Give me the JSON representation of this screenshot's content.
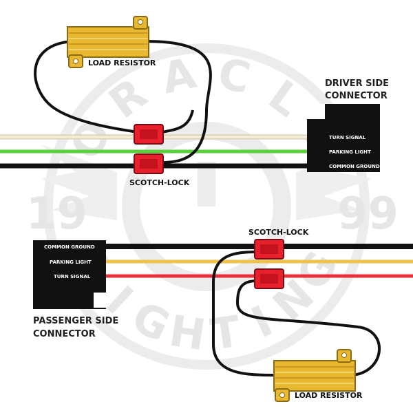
{
  "watermark": {
    "top_arc_text": "ORACLE",
    "bottom_arc_text": "LIGHTING",
    "year_left": "19",
    "year_right": "99",
    "color": "#e6e6e6"
  },
  "driver_side": {
    "title_line1": "DRIVER SIDE",
    "title_line2": "CONNECTOR",
    "pins": [
      "TURN SIGNAL",
      "PARKING LIGHT",
      "COMMON GROUND"
    ],
    "resistor_label": "LOAD RESISTOR",
    "scotch_lock_label": "SCOTCH-LOCK"
  },
  "passenger_side": {
    "title_line1": "PASSENGER SIDE",
    "title_line2": "CONNECTOR",
    "pins": [
      "COMMON GROUND",
      "PARKING LIGHT",
      "TURN SIGNAL"
    ],
    "resistor_label": "LOAD RESISTOR",
    "scotch_lock_label": "SCOTCH-LOCK"
  },
  "colors": {
    "ground_wire": "#111111",
    "parking_wire_driver": "#5ad13a",
    "parking_wire_passenger": "#f0c24a",
    "turn_wire_passenger": "#e8303a",
    "turn_wire_driver": "#e9e1c8",
    "scotch_lock": "#e8202e",
    "resistor_body": "#e8b830",
    "connector": "#111111"
  }
}
